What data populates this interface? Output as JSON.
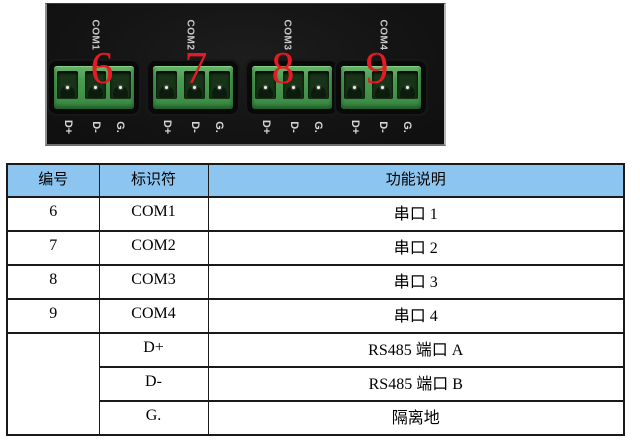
{
  "colors": {
    "header_bg": "#8cc6f0",
    "table_border": "#1a1a1a",
    "terminal_green": "#4a9c52",
    "red_number": "#e51a24"
  },
  "panel": {
    "connectors": [
      {
        "name": "COM1",
        "number": "6",
        "pins": [
          "D+",
          "D-",
          "G."
        ]
      },
      {
        "name": "COM2",
        "number": "7",
        "pins": [
          "D+",
          "D-",
          "G."
        ]
      },
      {
        "name": "COM3",
        "number": "8",
        "pins": [
          "D+",
          "D-",
          "G."
        ]
      },
      {
        "name": "COM4",
        "number": "9",
        "pins": [
          "D+",
          "D-",
          "G."
        ]
      }
    ]
  },
  "table": {
    "headers": [
      "编号",
      "标识符",
      "功能说明"
    ],
    "rows": [
      {
        "id": "6",
        "label": "COM1",
        "desc": "串口 1"
      },
      {
        "id": "7",
        "label": "COM2",
        "desc": "串口 2"
      },
      {
        "id": "8",
        "label": "COM3",
        "desc": "串口 3"
      },
      {
        "id": "9",
        "label": "COM4",
        "desc": "串口 4"
      },
      {
        "id": "",
        "label": "D+",
        "desc": "RS485 端口 A"
      },
      {
        "id": "",
        "label": "D-",
        "desc": "RS485 端口 B"
      },
      {
        "id": "",
        "label": "G.",
        "desc": "隔离地"
      }
    ]
  }
}
